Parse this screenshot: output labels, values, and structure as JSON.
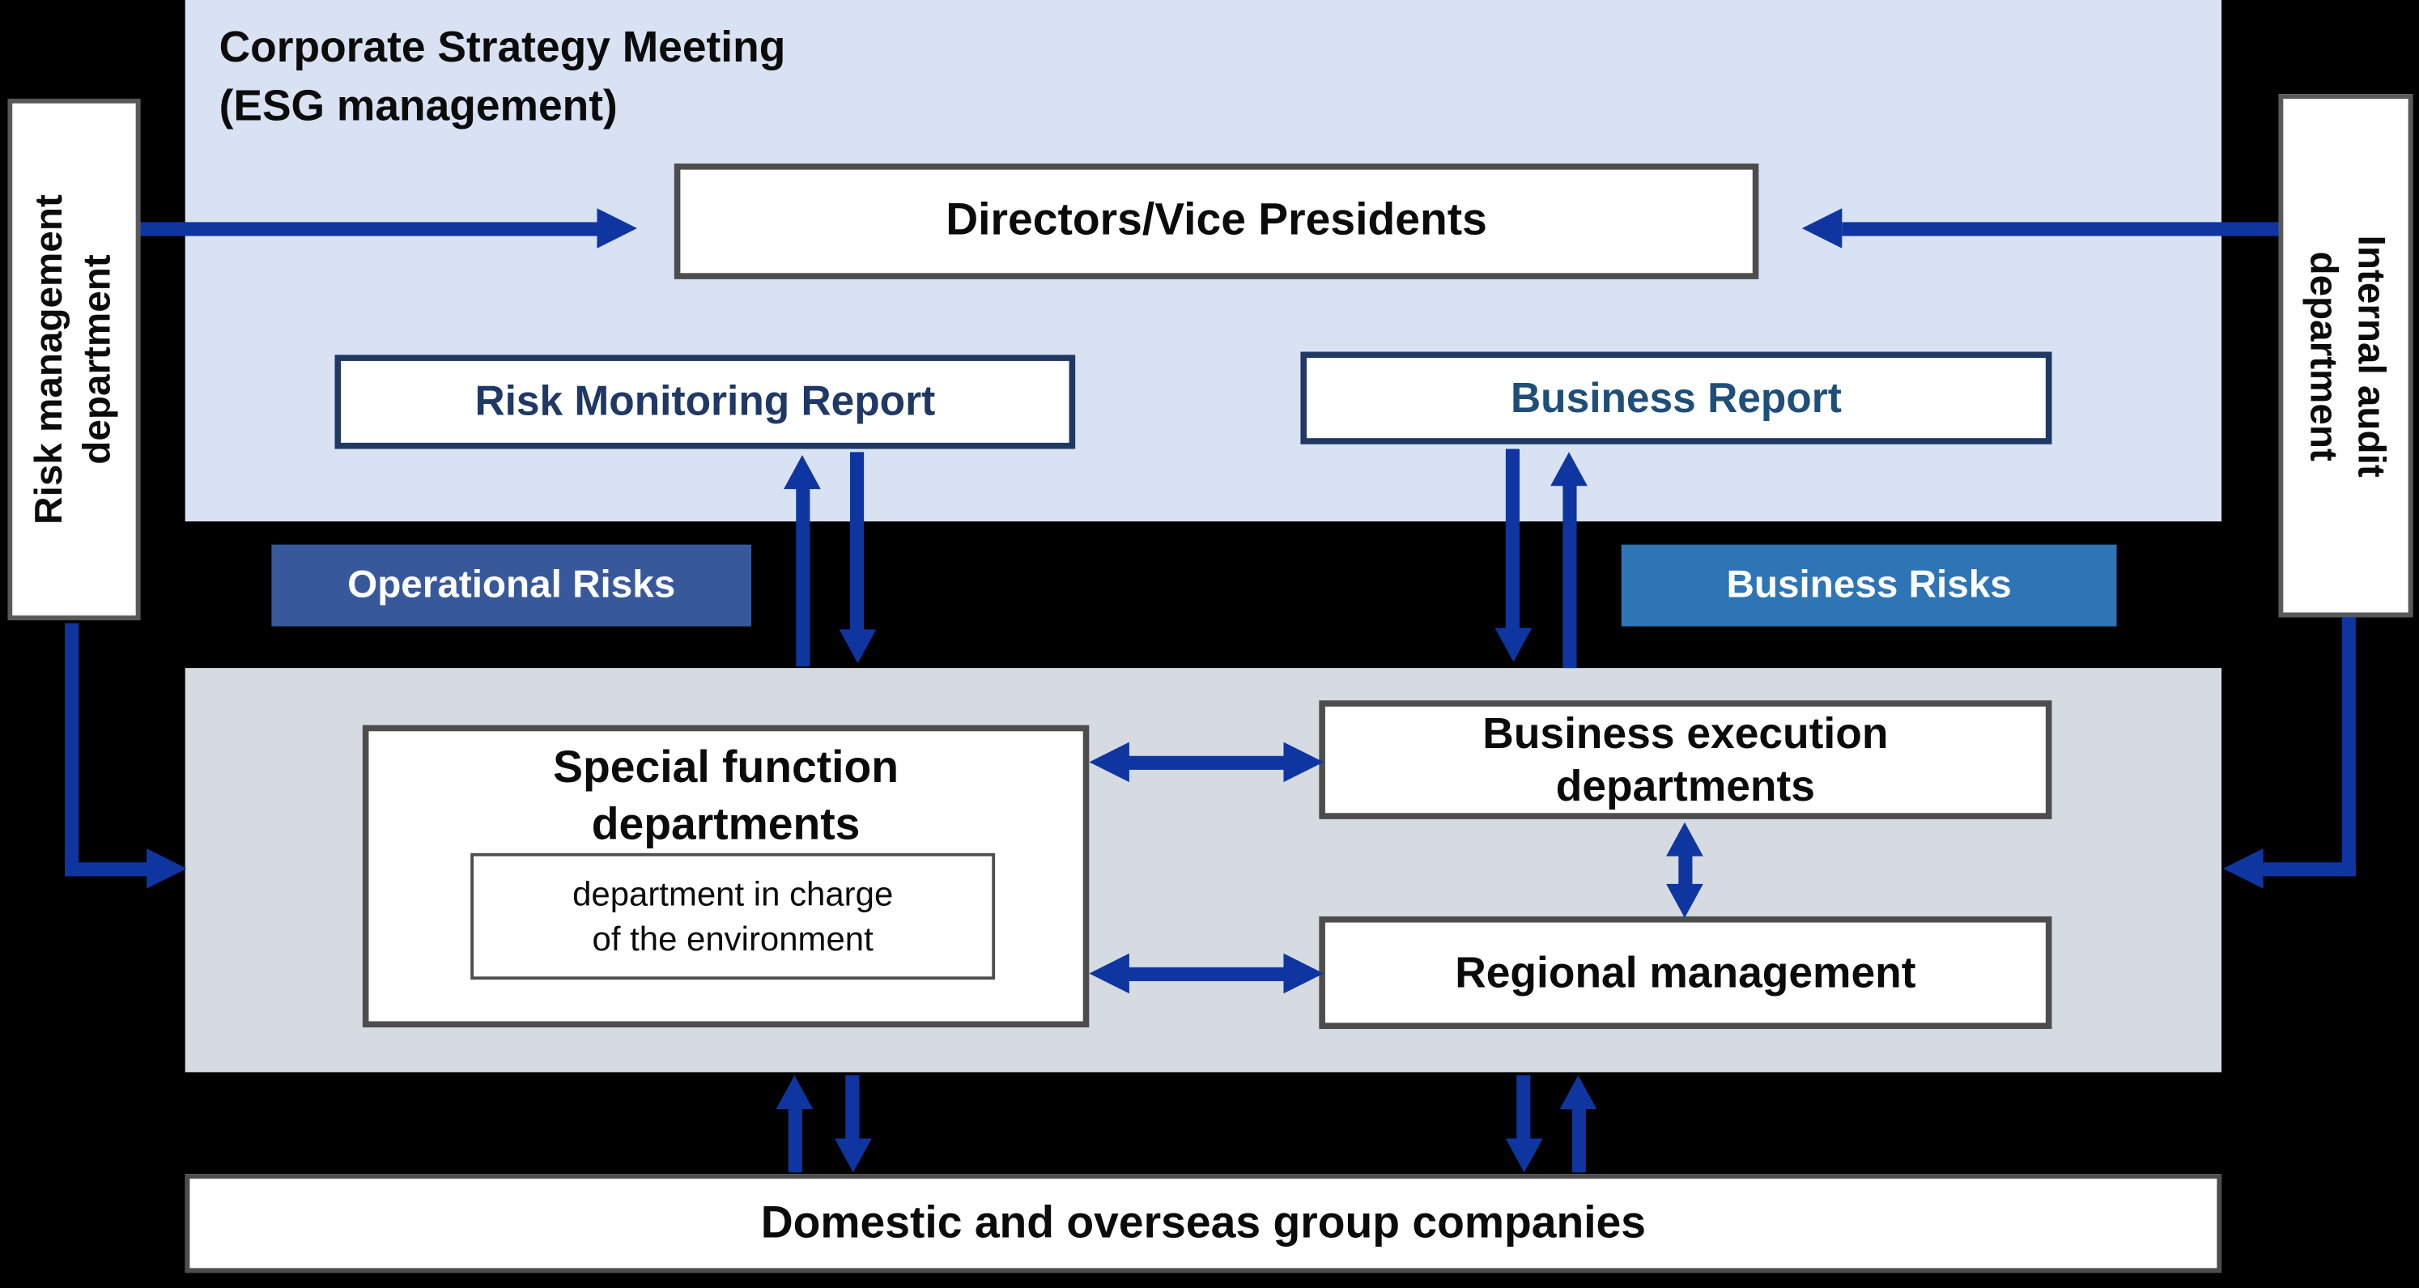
{
  "colors": {
    "arrow": "#0f36a0",
    "panel_top": "#d9e2f3",
    "panel_mid": "#d6dbe2",
    "navy": "#1f3864",
    "report_blue": "#1f4e79",
    "badge_operational": "#37599c",
    "badge_business": "#2e75b6",
    "border_dark": "#4d4d4d",
    "background": "#000000"
  },
  "top_panel": {
    "title_line1": "Corporate Strategy Meeting",
    "title_line2": "(ESG management)",
    "directors_box": "Directors/Vice Presidents",
    "risk_monitoring_report": "Risk Monitoring Report",
    "business_report": "Business Report"
  },
  "side_boxes": {
    "left_line1": "Risk management",
    "left_line2": "department",
    "right_line1": "Internal audit",
    "right_line2": "department"
  },
  "badges": {
    "operational": "Operational Risks",
    "business": "Business Risks"
  },
  "mid_panel": {
    "special_function_line1": "Special function",
    "special_function_line2": "departments",
    "environment_line1": "department in charge",
    "environment_line2": "of the environment",
    "business_execution_line1": "Business execution",
    "business_execution_line2": "departments",
    "regional_management": "Regional management"
  },
  "bottom_box": {
    "label": "Domestic and overseas group companies"
  }
}
